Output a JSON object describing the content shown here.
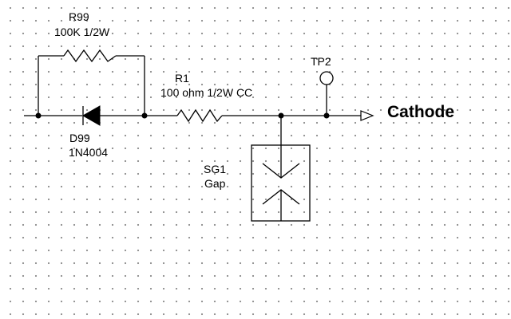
{
  "components": {
    "r99": {
      "ref": "R99",
      "value": "100K 1/2W"
    },
    "r1": {
      "ref": "R1",
      "value": "100 ohm 1/2W CC"
    },
    "d99": {
      "ref": "D99",
      "value": "1N4004"
    },
    "sg1": {
      "ref": "SG1",
      "value": "Gap"
    },
    "tp2": {
      "ref": "TP2"
    }
  },
  "net_label": "Cathode",
  "colors": {
    "wire": "#000000",
    "grid_dot": "#8a8a8a",
    "background": "#ffffff"
  }
}
